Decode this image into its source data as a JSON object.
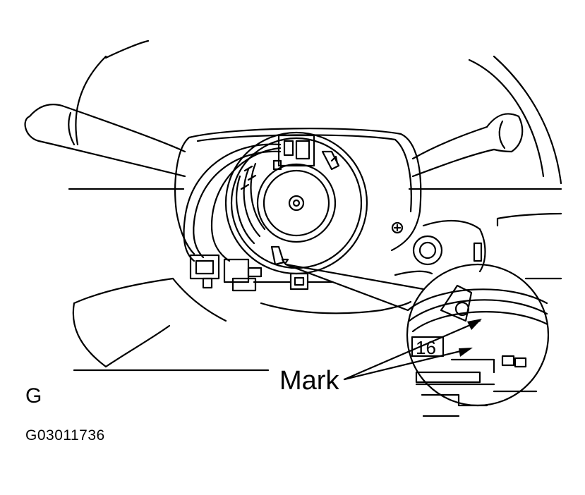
{
  "figure": {
    "callout_label": "Mark",
    "inset_number": "16",
    "panel_letter": "G",
    "figure_code": "G03011736"
  },
  "colors": {
    "line": "#000000",
    "background": "#ffffff"
  }
}
